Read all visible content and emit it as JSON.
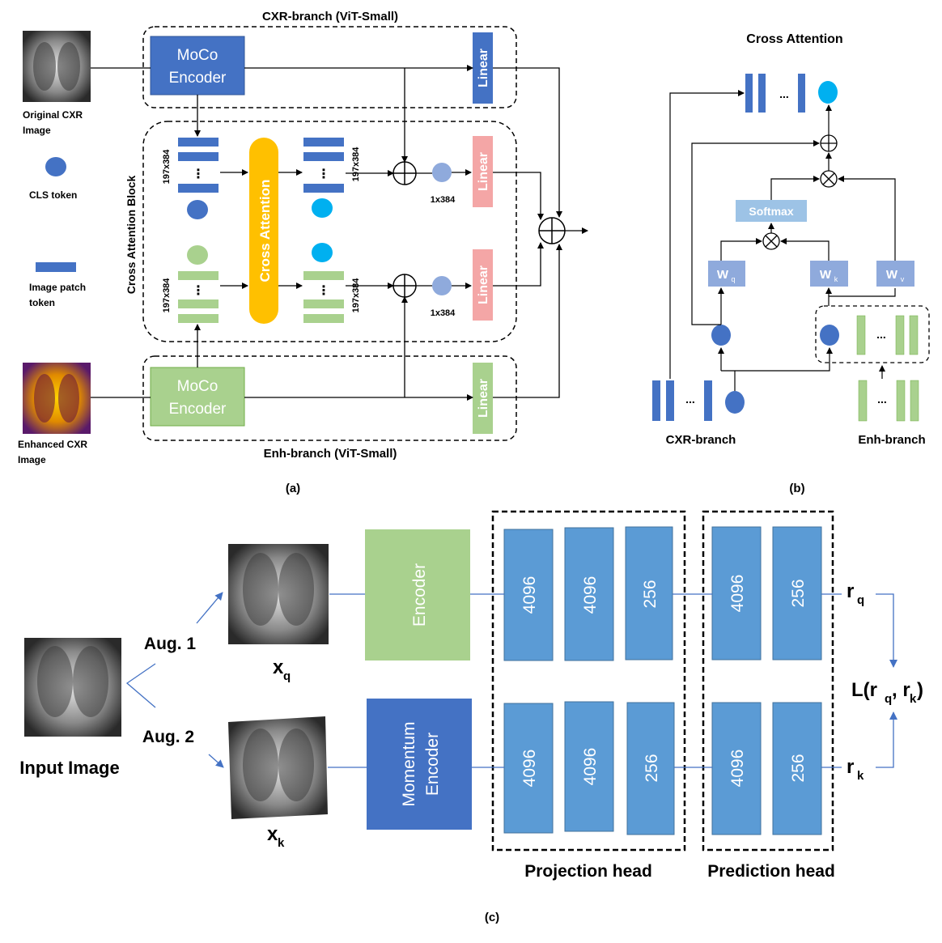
{
  "panel_a": {
    "cxr_branch_title": "CXR-branch  (ViT-Small)",
    "enh_branch_title": "Enh-branch  (ViT-Small)",
    "original_image_label_1": "Original CXR",
    "original_image_label_2": "Image",
    "enhanced_image_label_1": "Enhanced CXR",
    "enhanced_image_label_2": "Image",
    "cls_legend": "CLS token",
    "patch_legend_1": "Image patch",
    "patch_legend_2": "token",
    "moco_line1": "MoCo",
    "moco_line2": "Encoder",
    "linear": "Linear",
    "cross_attention": "Cross Attention",
    "cross_attention_block": "Cross  Attention Block",
    "dim_tokens": "197x384",
    "dim_cls": "1x384",
    "ellipsis": "⋮",
    "panel_label": "(a)",
    "colors": {
      "cxr_blue": "#4472c4",
      "enh_green": "#a9d18e",
      "linear_pink": "#f4a6a6",
      "cross_yellow": "#ffc000",
      "cls_cyan": "#00b0f0"
    }
  },
  "panel_b": {
    "title": "Cross Attention",
    "softmax": "Softmax",
    "wq_main": "W",
    "wq_sub": "q",
    "wk_main": "W",
    "wk_sub": "k",
    "wv_main": "W",
    "wv_sub": "v",
    "cxr_branch": "CXR-branch",
    "enh_branch": "Enh-branch",
    "dots": "...",
    "panel_label": "(b)",
    "colors": {
      "w_box": "#8faadc",
      "softmax_box": "#9dc3e6"
    }
  },
  "panel_c": {
    "input_image": "Input Image",
    "aug1": "Aug. 1",
    "aug2": "Aug. 2",
    "xq_main": "x",
    "xq_sub": "q",
    "xk_main": "x",
    "xk_sub": "k",
    "encoder": "Encoder",
    "momentum_line1": "Momentum",
    "momentum_line2": "Encoder",
    "proj_values": [
      "4096",
      "4096",
      "256"
    ],
    "pred_values": [
      "4096",
      "256"
    ],
    "projection_head": "Projection head",
    "prediction_head": "Prediction head",
    "rq_main": "r",
    "rq_sub": "q",
    "rk_main": "r",
    "rk_sub": "k",
    "loss_prefix": "L(r",
    "loss_sub1": "q",
    "loss_mid": ", r",
    "loss_sub2": "k",
    "loss_suffix": ")",
    "panel_label": "(c)",
    "colors": {
      "encoder_green": "#a9d18e",
      "momentum_blue": "#4472c4",
      "fc_blue": "#5b9bd5"
    }
  }
}
